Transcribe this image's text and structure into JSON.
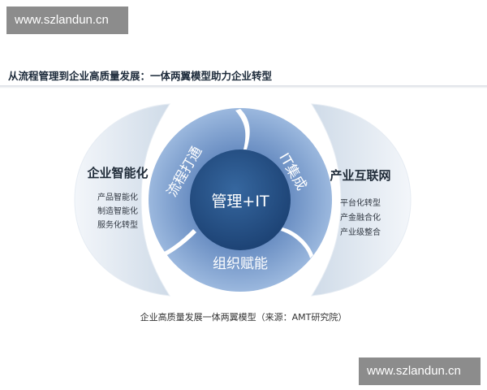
{
  "watermark": {
    "top": "www.szlandun.cn",
    "bottom": "www.szlandun.cn"
  },
  "title": "从流程管理到企业高质量发展：一体两翼模型助力企业转型",
  "caption": "企业高质量发展一体两翼模型（来源：AMT研究院）",
  "left_wing": {
    "title": "企业智能化",
    "items": [
      "产品智能化",
      "制造智能化",
      "服务化转型"
    ]
  },
  "right_wing": {
    "title": "产业互联网",
    "items": [
      "平台化转型",
      "产金融合化",
      "产业级整合"
    ]
  },
  "ring": {
    "left": "流程打通",
    "right": "IT集成",
    "bottom": "组织赋能"
  },
  "center": "管理+IT",
  "colors": {
    "wing": "#dce5ef",
    "ring_light": "#8cadd8",
    "ring_mid": "#6f93c6",
    "center": "#244e82"
  }
}
